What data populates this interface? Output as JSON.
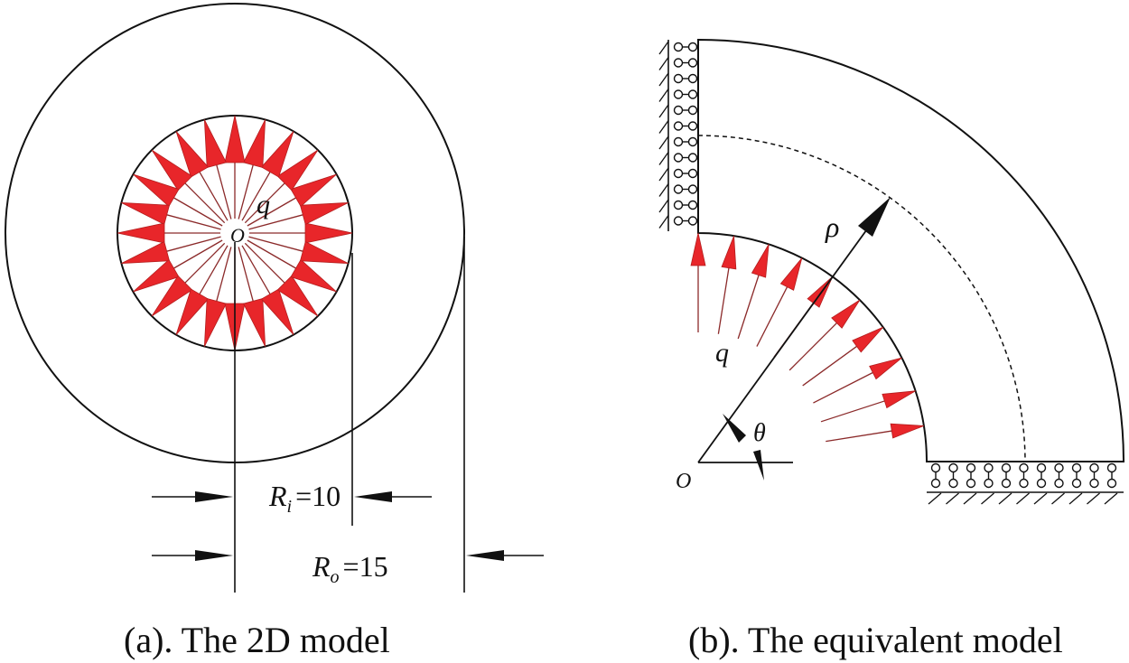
{
  "panel_a": {
    "caption": "(a). The 2D model",
    "load_label": "q",
    "origin_label": "O",
    "inner_radius": {
      "symbol": "R",
      "sub": "i",
      "value": "=10"
    },
    "outer_radius": {
      "symbol": "R",
      "sub": "o",
      "value": "=15"
    },
    "arrow_count": 24
  },
  "panel_b": {
    "caption": "(b). The equivalent model",
    "load_label": "q",
    "origin_label": "O",
    "radial_label": "ρ",
    "angle_label": "θ",
    "arrow_count": 10
  },
  "colors": {
    "load_arrow": "#e8262a",
    "line": "#111111"
  }
}
